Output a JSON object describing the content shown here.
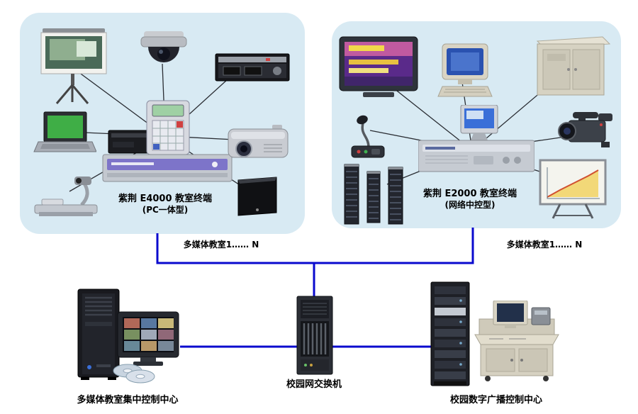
{
  "colors": {
    "background": "#ffffff",
    "panel_background": "#d8eaf3",
    "trunk_line": "#0a0ace",
    "device_line": "#2a2d33",
    "text": "#000000"
  },
  "classroom_left": {
    "title": "紫荆 E4000 教室终端",
    "subtitle": "(PC一体型)",
    "caption": "多媒体教室1…… N"
  },
  "classroom_right": {
    "title": "紫荆 E2000 教室终端",
    "subtitle": "(网络中控型)",
    "caption": "多媒体教室1…… N"
  },
  "control_centers": {
    "multimedia_center_label": "多媒体教室集中控制中心",
    "campus_switch_label": "校园网交换机",
    "broadcast_center_label": "校园数字广播控制中心"
  },
  "device_icons": {
    "classroom_left": [
      "projection-screen",
      "dome-camera",
      "cassette-deck",
      "laptop-computer",
      "e4000-terminal",
      "video-projector",
      "document-camera",
      "speaker-box"
    ],
    "classroom_right": [
      "plasma-display",
      "desktop-computer",
      "podium-cabinet",
      "gooseneck-microphone",
      "e2000-terminal",
      "video-camera",
      "column-speakers",
      "copy-board"
    ],
    "bottom_row": [
      "server-tower",
      "surveillance-monitor",
      "cd-discs",
      "network-switch",
      "broadcast-rack",
      "control-console"
    ]
  }
}
